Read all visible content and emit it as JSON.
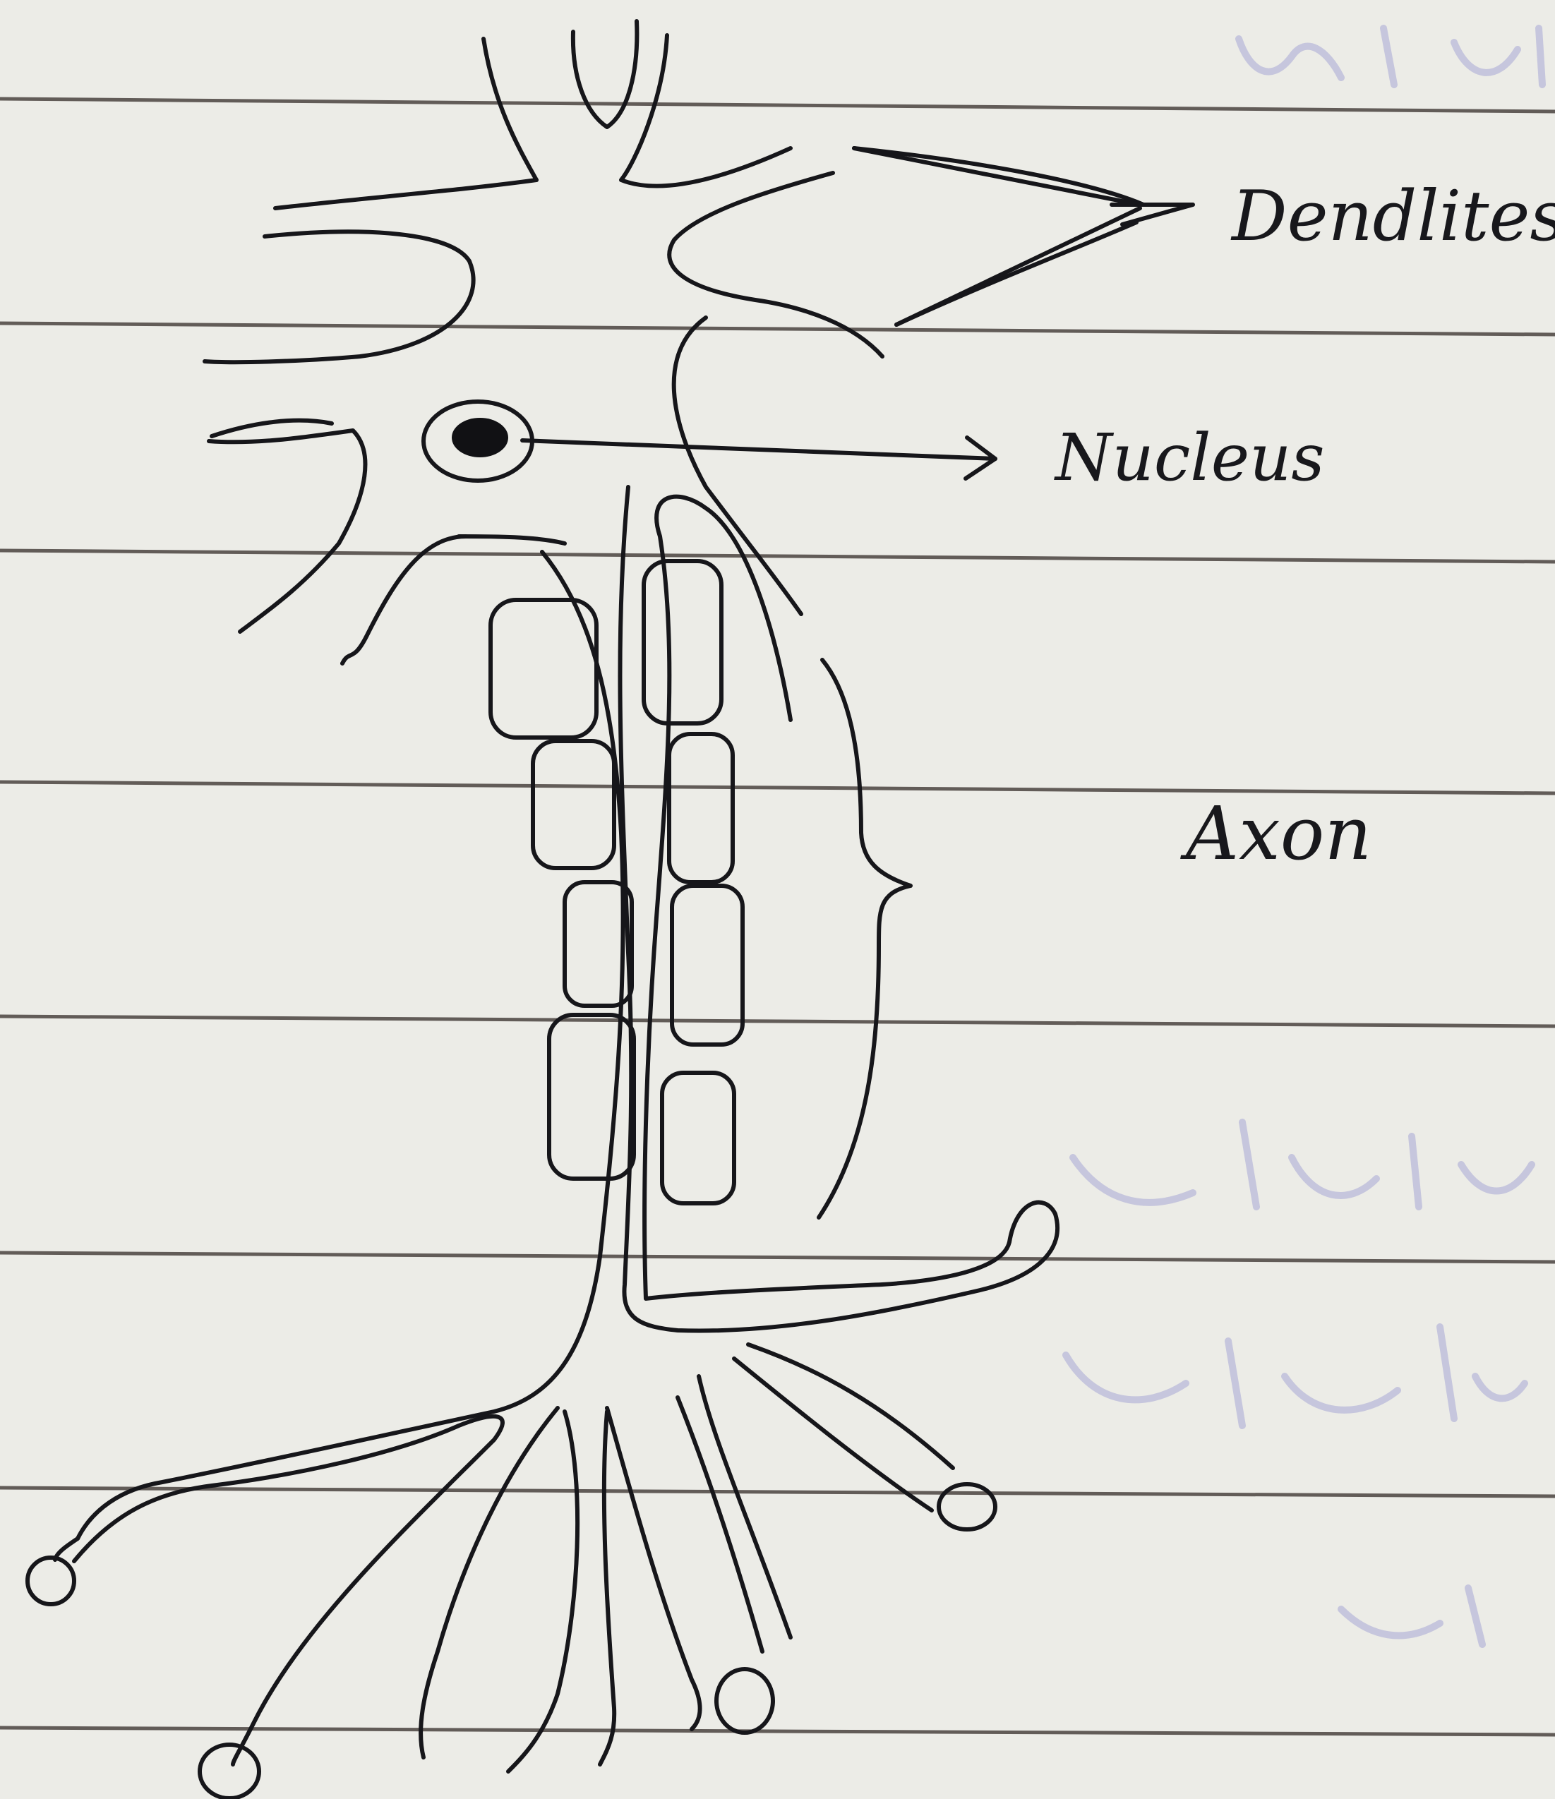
{
  "labels": {
    "dendrites": "Dendlites",
    "nucleus": "Nucleus",
    "axon": "Axon"
  },
  "colors": {
    "paper": "#ecece7",
    "rule_line": "#4b4340",
    "ink": "#16161a",
    "faint_show_through": "#8c8cc8"
  }
}
